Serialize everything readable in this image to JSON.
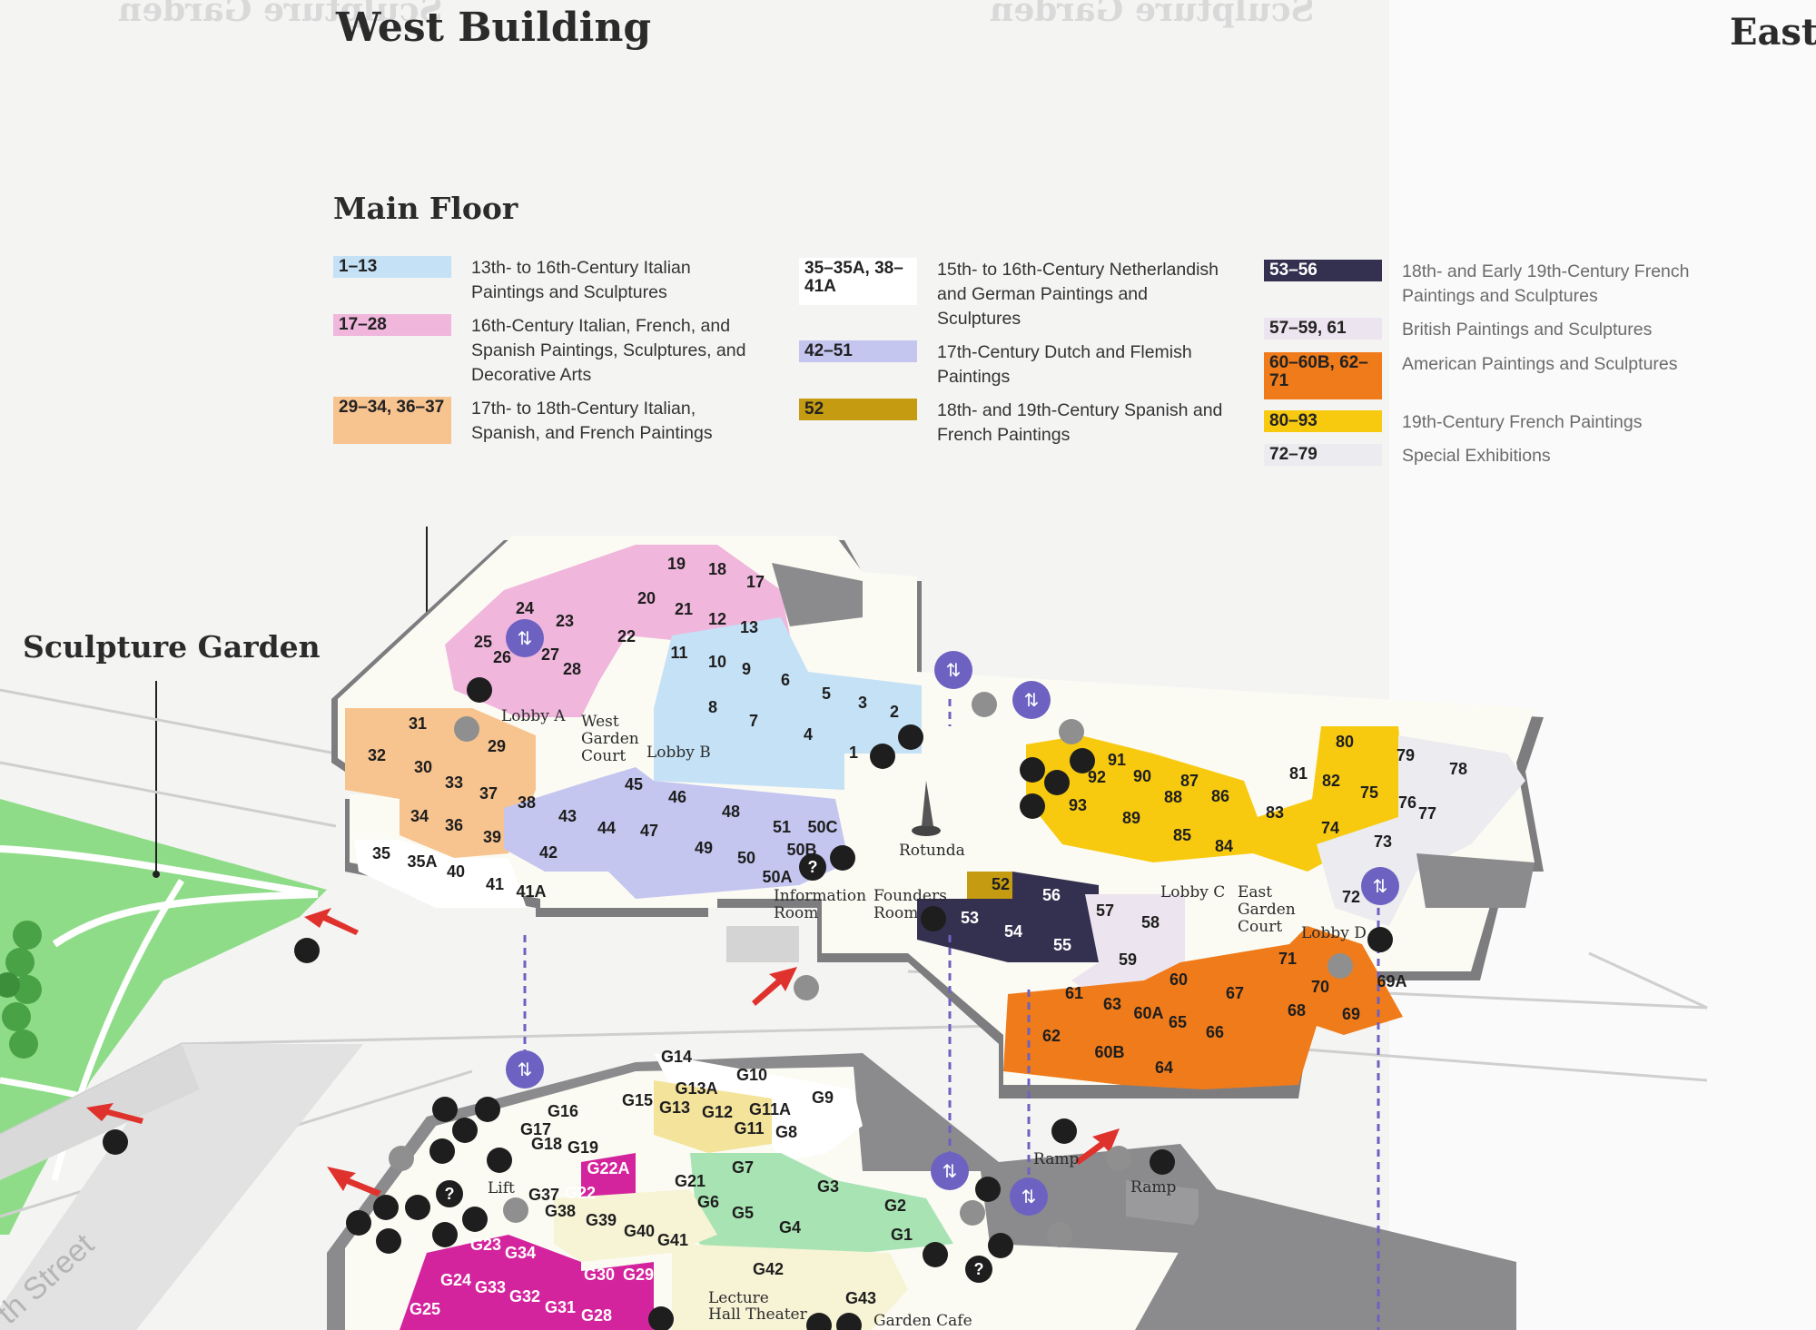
{
  "titles": {
    "west_building": "West Building",
    "east_building": "East",
    "main_floor": "Main Floor",
    "sculpture_garden": "Sculpture Garden",
    "ghost_left": "Sculpture Garden",
    "ghost_right": "Sculpture Garden"
  },
  "colors": {
    "italian_13_16": "#c5e1f5",
    "italian_french_spanish_16": "#f0b6dc",
    "italian_spanish_french_17_18": "#f7c38f",
    "netherlandish_german": "#ffffff",
    "dutch_flemish": "#c4c6f0",
    "spanish_french_18_19": "#c59b12",
    "french_18_19": "#34304f",
    "british": "#ece4ee",
    "american": "#f07b1a",
    "french_19": "#f7ca10",
    "special": "#ebebf0",
    "lower_green": "#a8e3b3",
    "lower_yellow": "#f4e39b",
    "lower_magenta": "#d4249d",
    "lower_cream": "#f7f3d5",
    "garden_green": "#8fdc88",
    "elevator_purple": "#6d62c1",
    "wall_gray": "#8b8b8d"
  },
  "legend": {
    "col1": [
      {
        "rooms": "1–13",
        "desc": "13th- to 16th-Century Italian Paintings and Sculptures",
        "color": "#c5e1f5"
      },
      {
        "rooms": "17–28",
        "desc": "16th-Century Italian, French, and Spanish Paintings, Sculptures, and Decorative Arts",
        "color": "#f0b6dc"
      },
      {
        "rooms": "29–34, 36–37",
        "desc": "17th- to 18th-Century Italian, Spanish, and French Paintings",
        "color": "#f7c38f"
      }
    ],
    "col2": [
      {
        "rooms": "35–35A, 38–41A",
        "desc": "15th- to 16th-Century Netherlandish and German Paintings and Sculptures",
        "color": "#ffffff"
      },
      {
        "rooms": "42–51",
        "desc": "17th-Century Dutch and Flemish Paintings",
        "color": "#c4c6f0"
      },
      {
        "rooms": "52",
        "desc": "18th- and 19th-Century Spanish and French Paintings",
        "color": "#c59b12"
      }
    ],
    "col3": [
      {
        "rooms": "53–56",
        "desc": "18th- and Early 19th-Century French Paintings and Sculptures",
        "color": "#34304f"
      },
      {
        "rooms": "57–59, 61",
        "desc": "British Paintings and Sculptures",
        "color": "#ece4ee"
      },
      {
        "rooms": "60–60B, 62–71",
        "desc": "American Paintings and Sculptures",
        "color": "#f07b1a"
      },
      {
        "rooms": "80–93",
        "desc": "19th-Century French Paintings",
        "color": "#f7ca10"
      },
      {
        "rooms": "72–79",
        "desc": "Special Exhibitions",
        "color": "#ebebf0"
      }
    ]
  },
  "places": {
    "lobby_a": "Lobby A",
    "lobby_b": "Lobby B",
    "lobby_c": "Lobby C",
    "lobby_d": "Lobby D",
    "west_garden_court": [
      "West",
      "Garden",
      "Court"
    ],
    "east_garden_court": [
      "East",
      "Garden",
      "Court"
    ],
    "rotunda": "Rotunda",
    "information_room": [
      "Information",
      "Room"
    ],
    "founders_room": [
      "Founders",
      "Room"
    ],
    "lecture_hall": [
      "Lecture",
      "Hall Theater"
    ],
    "garden_cafe": "Garden Cafe",
    "ramp_1": "Ramp",
    "ramp_2": "Ramp",
    "lift": "Lift",
    "street": "th Street"
  },
  "main_floor_rooms": [
    "1",
    "2",
    "3",
    "4",
    "5",
    "6",
    "7",
    "8",
    "9",
    "10",
    "11",
    "12",
    "13",
    "17",
    "18",
    "19",
    "20",
    "21",
    "22",
    "23",
    "24",
    "25",
    "26",
    "27",
    "28",
    "29",
    "30",
    "31",
    "32",
    "33",
    "34",
    "35",
    "35A",
    "36",
    "37",
    "38",
    "39",
    "40",
    "41",
    "41A",
    "42",
    "43",
    "44",
    "45",
    "46",
    "47",
    "48",
    "49",
    "50",
    "50A",
    "50B",
    "50C",
    "51",
    "52",
    "53",
    "54",
    "55",
    "56",
    "57",
    "58",
    "59",
    "60",
    "60A",
    "60B",
    "61",
    "62",
    "63",
    "64",
    "65",
    "66",
    "67",
    "68",
    "69",
    "69A",
    "70",
    "71",
    "72",
    "73",
    "74",
    "75",
    "76",
    "77",
    "78",
    "79",
    "80",
    "81",
    "82",
    "83",
    "84",
    "85",
    "86",
    "87",
    "88",
    "89",
    "90",
    "91",
    "92",
    "93"
  ],
  "ground_floor_rooms": [
    "G1",
    "G2",
    "G3",
    "G4",
    "G5",
    "G6",
    "G7",
    "G8",
    "G9",
    "G10",
    "G11",
    "G11A",
    "G12",
    "G13",
    "G13A",
    "G14",
    "G15",
    "G16",
    "G17",
    "G18",
    "G19",
    "G21",
    "G22",
    "G22A",
    "G23",
    "G24",
    "G25",
    "G28",
    "G29",
    "G30",
    "G31",
    "G32",
    "G33",
    "G34",
    "G37",
    "G38",
    "G39",
    "G40",
    "G41",
    "G42",
    "G43"
  ],
  "icons": [
    "elevator-icon",
    "stairs-icon",
    "accessible-icon",
    "restroom-icon",
    "family-restroom-icon",
    "info-icon",
    "coat-check-icon",
    "water-fountain-icon",
    "audio-guide-icon",
    "entrance-arrow-icon"
  ]
}
